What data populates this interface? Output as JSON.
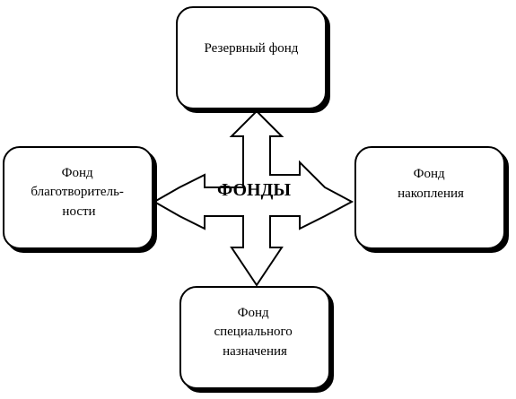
{
  "diagram": {
    "center": {
      "label": "ФОНДЫ"
    },
    "nodes": {
      "top": {
        "lines": [
          "Резервный фонд"
        ]
      },
      "left": {
        "lines": [
          "Фонд",
          "благотворитель-",
          "ности"
        ]
      },
      "right": {
        "lines": [
          "Фонд",
          "накопления"
        ]
      },
      "bottom": {
        "lines": [
          "Фонд",
          "специального",
          "назначения"
        ]
      }
    }
  }
}
